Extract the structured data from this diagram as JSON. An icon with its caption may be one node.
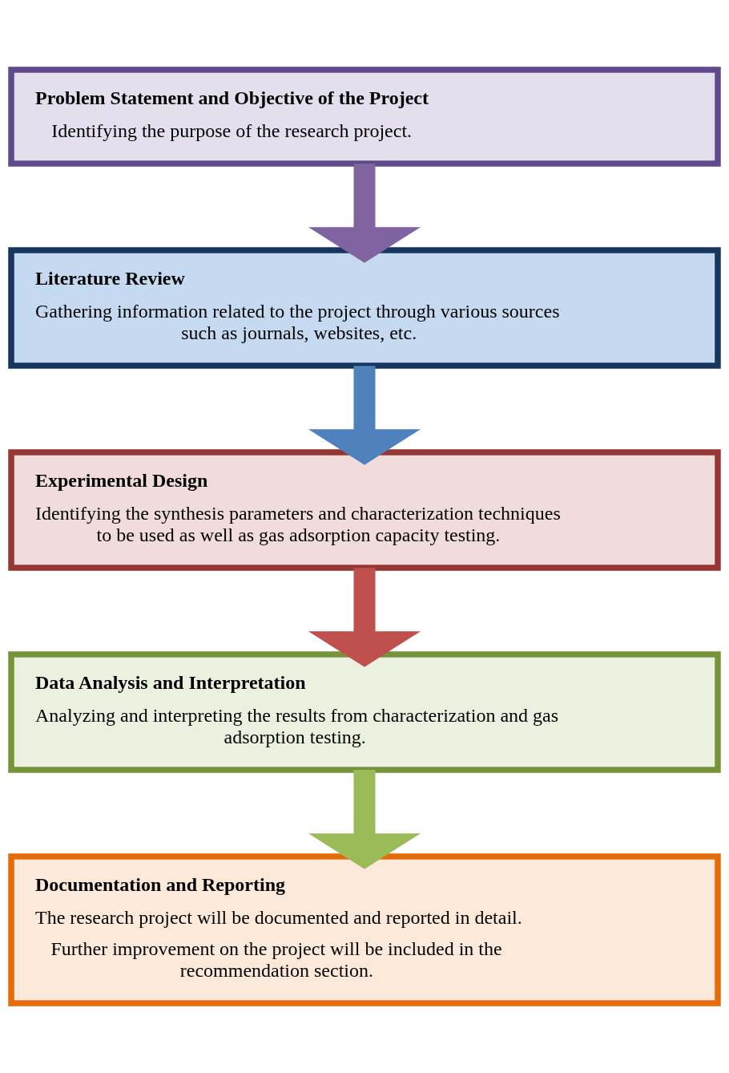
{
  "diagram": {
    "nodes": [
      {
        "text": [
          "Problem Statement and Objective of the Project",
          "Identifying the purpose of the research project."
        ]
      },
      {
        "text": [
          "Literature Review",
          "Gathering information related to the project through various sources such as journals, websites, etc."
        ]
      },
      {
        "text": [
          "Experimental Design",
          "Identifying the synthesis parameters and characterization techniques to be used as well as gas adsorption capacity testing."
        ]
      },
      {
        "text": [
          "Data Analysis and Interpretation",
          "Analyzing and interpreting the results from characterization and gas adsorption testing."
        ]
      },
      {
        "text": [
          "Documentation and Reporting",
          "The research project will be documented and reported in detail.",
          "Further improvement on the project will be included in the recommendation section."
        ]
      }
    ],
    "edges": [
      {
        "from": 0,
        "to": 1,
        "arrow": "to",
        "color": "#8064a2"
      },
      {
        "from": 1,
        "to": 2,
        "arrow": "to",
        "color": "#4f81bd"
      },
      {
        "from": 2,
        "to": 3,
        "arrow": "to",
        "color": "#c0504d"
      },
      {
        "from": 3,
        "to": 4,
        "arrow": "to",
        "color": "#9bbb59"
      }
    ]
  }
}
